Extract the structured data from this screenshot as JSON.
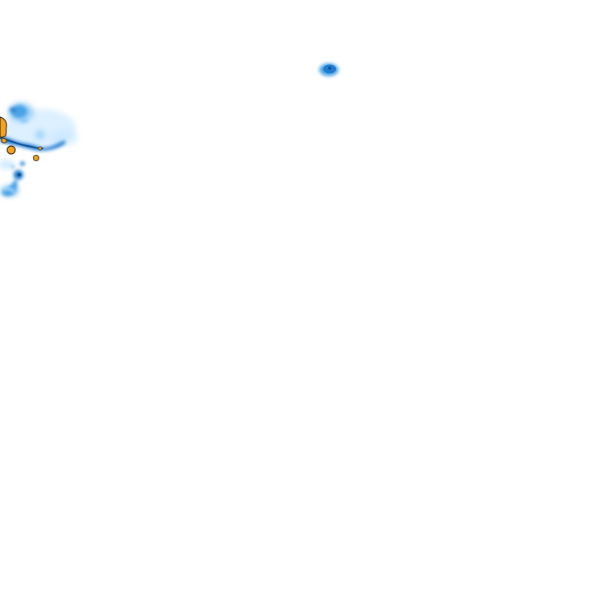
{
  "map": {
    "type": "precipitation-radar-tile",
    "colors": {
      "background": "#ffffff",
      "light": "#bfe3ff",
      "light_mid": "#8cc8f5",
      "moderate": "#4aa3e6",
      "heavy": "#1f7ad0",
      "core": "#0d4f99",
      "intense": "#f5a21e",
      "outline": "#3a2f1c"
    },
    "cells": [
      {
        "id": "cell-west-main",
        "intensity": "intense"
      },
      {
        "id": "cell-west-band",
        "intensity": "heavy"
      },
      {
        "id": "cell-west-north",
        "intensity": "moderate"
      },
      {
        "id": "cell-west-south",
        "intensity": "heavy"
      },
      {
        "id": "cell-west-trailing",
        "intensity": "light"
      },
      {
        "id": "cell-isolated-north",
        "intensity": "heavy"
      }
    ]
  }
}
